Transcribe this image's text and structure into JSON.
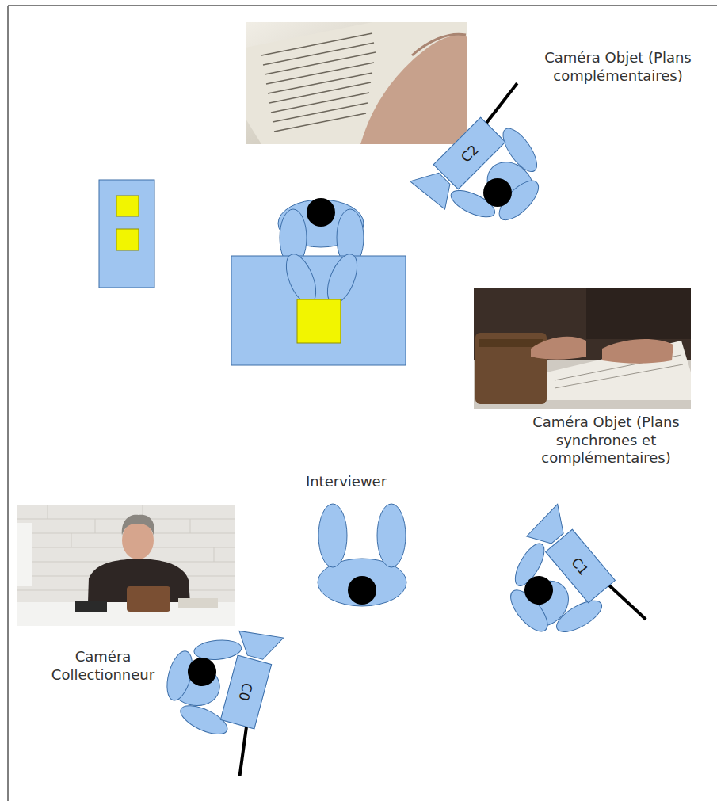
{
  "diagram": {
    "nodes": [
      {
        "text": [
          "C2"
        ]
      },
      {
        "text": [
          "C1"
        ]
      },
      {
        "text": [
          "C0"
        ]
      }
    ],
    "labels": [
      "Caméra Objet (Plans complémentaires)",
      "Caméra Objet (Plans synchrones et complémentaires)",
      "Interviewer",
      "Caméra Collectionneur"
    ]
  }
}
